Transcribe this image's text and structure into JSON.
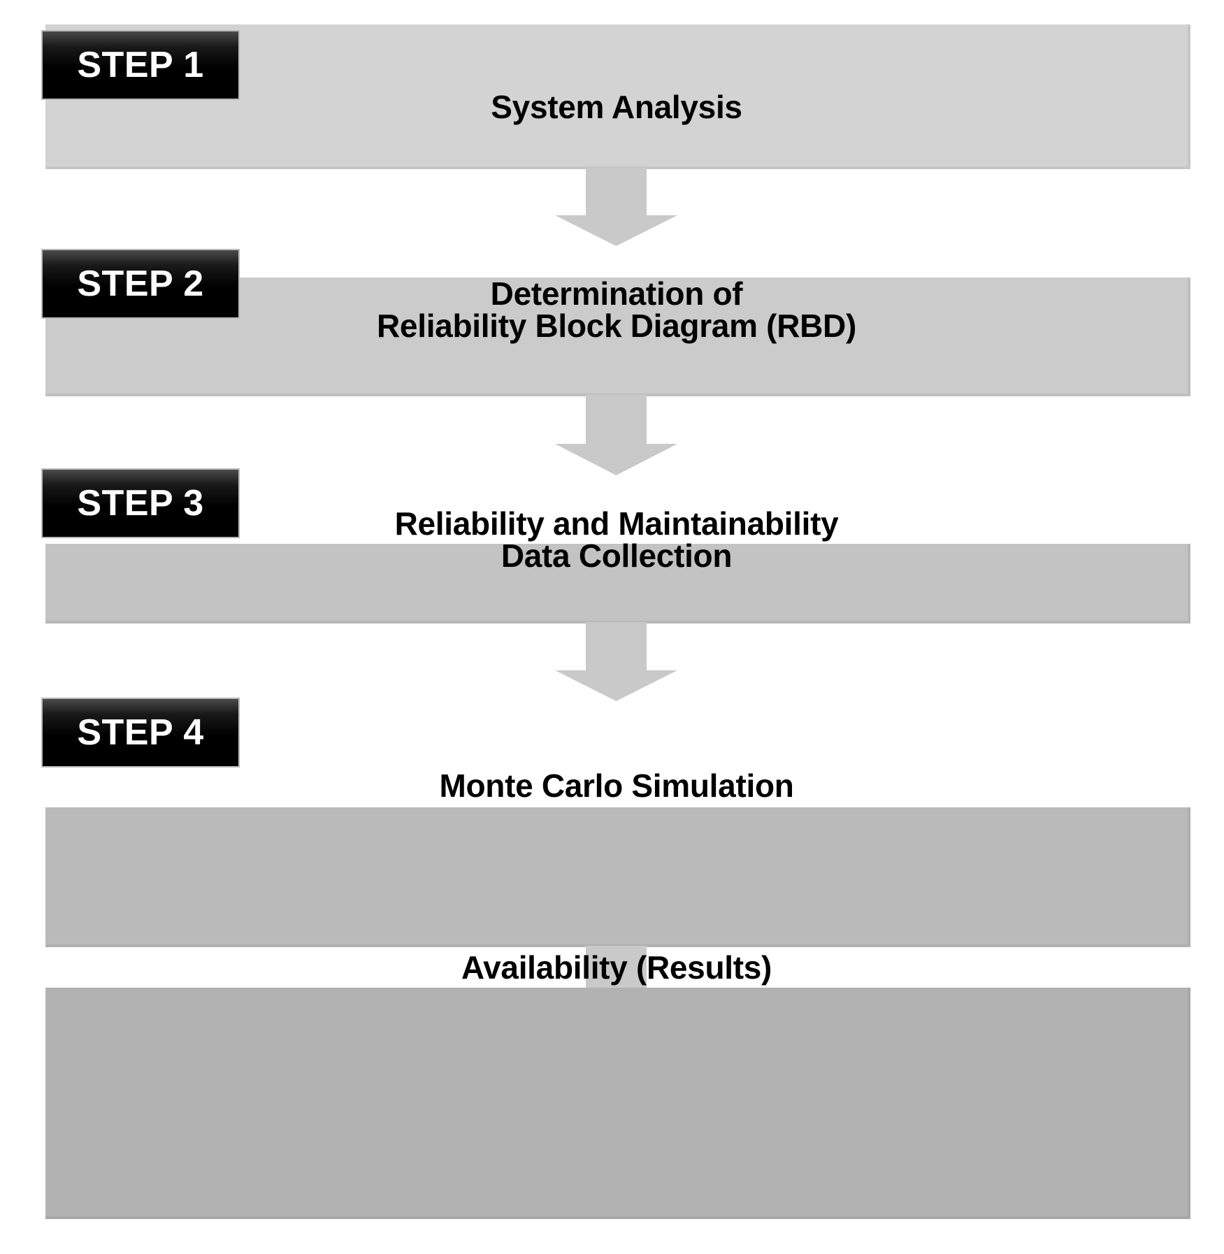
{
  "diagram": {
    "title": "Availability assessment methodology flowchart",
    "orientation": "top-to-bottom",
    "colors": {
      "box_1": "#d3d3d3",
      "box_2": "#cbcbcb",
      "box_3": "#c3c3c3",
      "box_4": "#bababa",
      "box_5": "#b2b2b2",
      "badge_background": "#000000",
      "badge_text": "#ffffff",
      "box_text": "#000000",
      "arrow_fill": "#c9c9c9",
      "page_background": "#ffffff"
    },
    "steps": [
      {
        "badge": "STEP 1",
        "label": "System Analysis",
        "has_badge": true
      },
      {
        "badge": "STEP 2",
        "label": "Determination of\nReliability Block Diagram (RBD)",
        "has_badge": true
      },
      {
        "badge": "STEP 3",
        "label": "Reliability and Maintainability\nData Collection",
        "has_badge": true
      },
      {
        "badge": "STEP 4",
        "label": "Monte Carlo Simulation",
        "has_badge": true
      },
      {
        "badge": "",
        "label": "Availability (Results)",
        "has_badge": false
      }
    ],
    "connectors": [
      {
        "from": "STEP 1",
        "to": "STEP 2",
        "icon": "down-arrow-icon"
      },
      {
        "from": "STEP 2",
        "to": "STEP 3",
        "icon": "down-arrow-icon"
      },
      {
        "from": "STEP 3",
        "to": "STEP 4",
        "icon": "down-arrow-icon"
      },
      {
        "from": "STEP 4",
        "to": "Availability (Results)",
        "icon": "down-arrow-icon"
      }
    ]
  }
}
